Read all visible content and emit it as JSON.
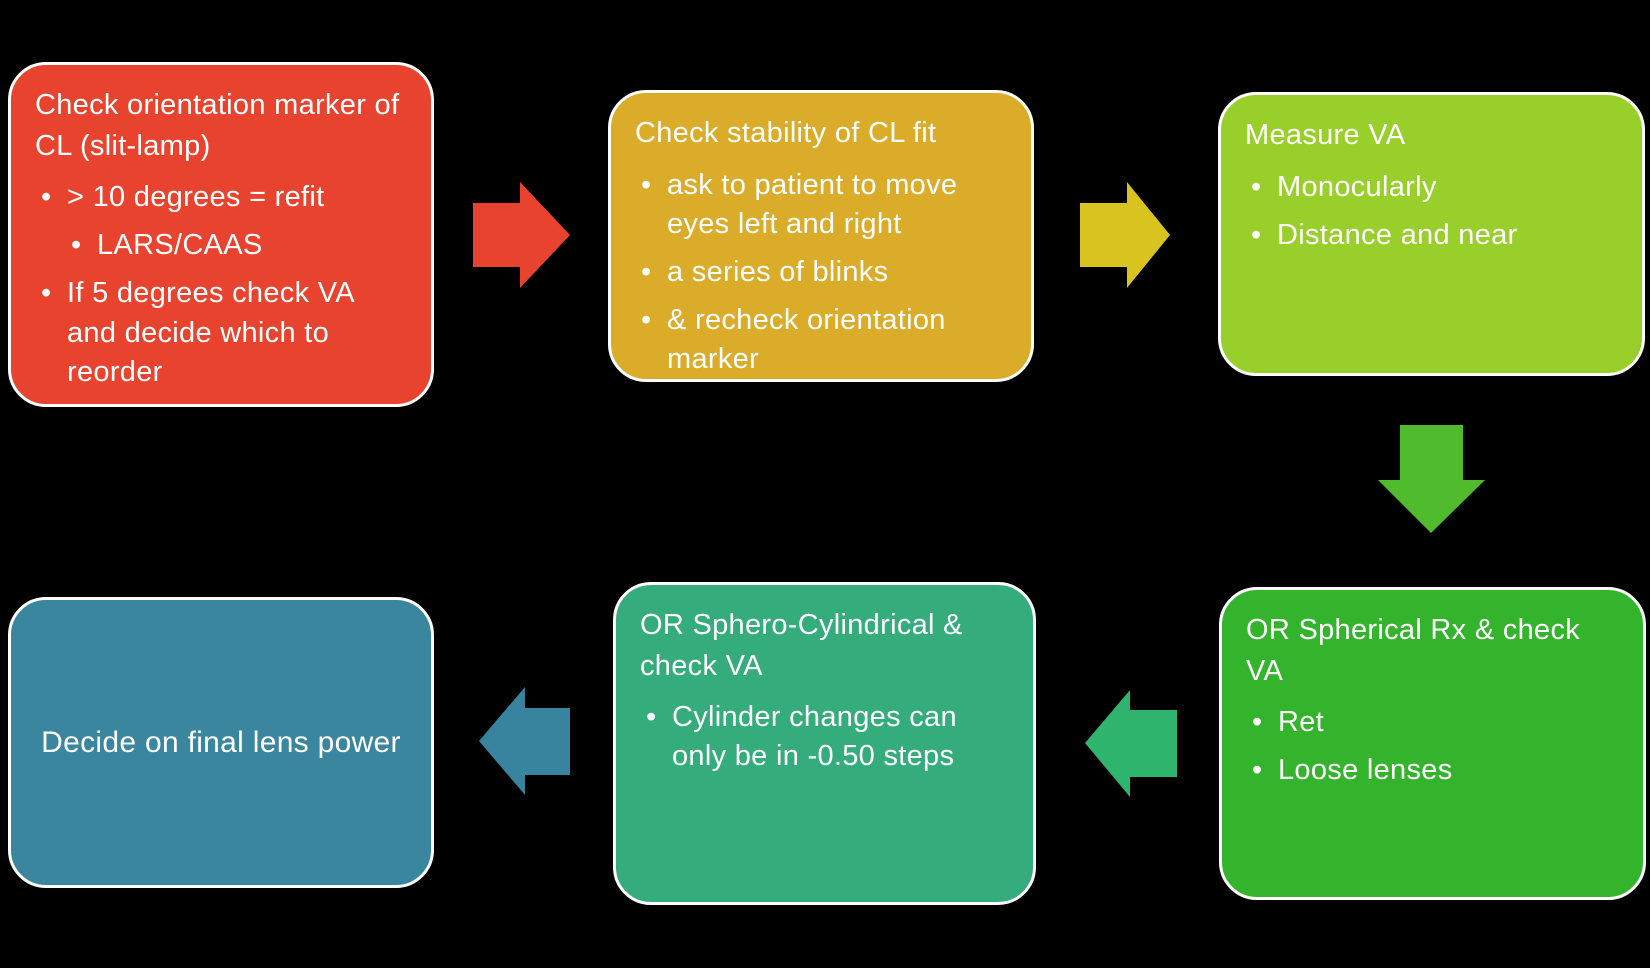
{
  "background": "#000000",
  "text_color": "#FFFFFF",
  "boxes": [
    {
      "id": "check-orientation",
      "color": "#E8432E",
      "title": "Check orientation marker of CL (slit-lamp)",
      "bullets": [
        {
          "level": 1,
          "text": "> 10 degrees = refit"
        },
        {
          "level": 2,
          "text": "LARS/CAAS"
        },
        {
          "level": 1,
          "text": "If 5 degrees check VA and decide which to reorder"
        }
      ]
    },
    {
      "id": "check-stability",
      "color": "#DBAC29",
      "title": "Check stability of CL fit",
      "bullets": [
        {
          "level": 1,
          "text": "ask to patient to move eyes left and right"
        },
        {
          "level": 1,
          "text": "a series of blinks"
        },
        {
          "level": 1,
          "text": "& recheck orientation marker"
        }
      ]
    },
    {
      "id": "measure-va",
      "color": "#99CF2B",
      "title": "Measure VA",
      "bullets": [
        {
          "level": 1,
          "text": "Monocularly"
        },
        {
          "level": 1,
          "text": "Distance and near"
        }
      ]
    },
    {
      "id": "or-spherical-rx",
      "color": "#33B42C",
      "title": "OR Spherical Rx & check VA",
      "bullets": [
        {
          "level": 1,
          "text": "Ret"
        },
        {
          "level": 1,
          "text": "Loose lenses"
        }
      ]
    },
    {
      "id": "or-sphero-cylindrical",
      "color": "#34AC7B",
      "title": "OR Sphero-Cylindrical & check VA",
      "bullets": [
        {
          "level": 1,
          "text": "Cylinder changes can only be in -0.50 steps"
        }
      ]
    },
    {
      "id": "decide-final-power",
      "color": "#3A869E",
      "title": "Decide on final lens power",
      "bullets": []
    }
  ],
  "arrows": [
    {
      "name": "arrow-right-step1-to-step2",
      "direction": "right",
      "color": "#E8432E"
    },
    {
      "name": "arrow-right-step2-to-step3",
      "direction": "right",
      "color": "#D8C31F"
    },
    {
      "name": "arrow-down-step3-to-step4",
      "direction": "down",
      "color": "#4FBB2D"
    },
    {
      "name": "arrow-left-step4-to-step5",
      "direction": "left",
      "color": "#2FB46E"
    },
    {
      "name": "arrow-left-step5-to-step6",
      "direction": "left",
      "color": "#38839D"
    }
  ]
}
